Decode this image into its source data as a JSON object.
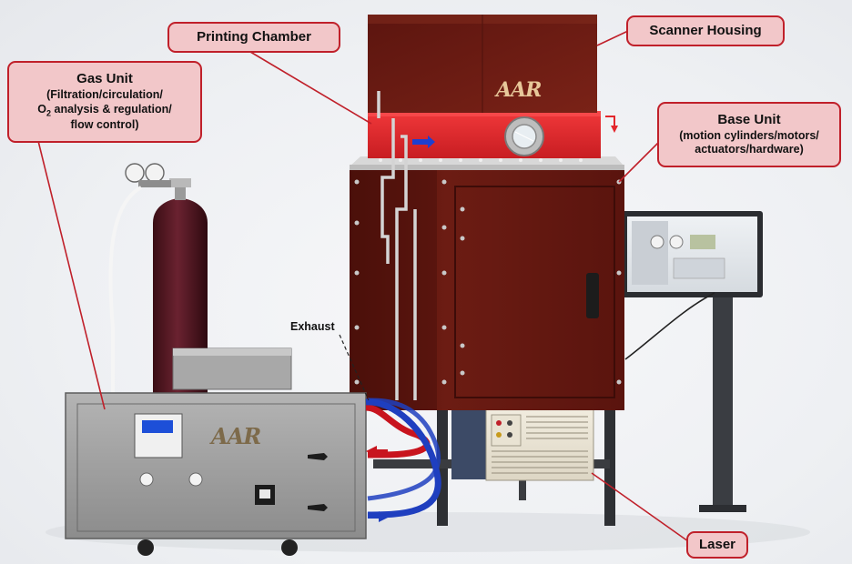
{
  "callouts": {
    "printing_chamber": {
      "title": "Printing Chamber"
    },
    "scanner_housing": {
      "title": "Scanner Housing"
    },
    "gas_unit": {
      "title": "Gas Unit",
      "line1": "(Filtration/circulation/",
      "line2_pre": "O",
      "line2_sub": "2",
      "line2_post": " analysis & regulation/",
      "line3": "flow control)"
    },
    "base_unit": {
      "title": "Base Unit",
      "line1": "(motion cylinders/motors/",
      "line2": "actuators/hardware)"
    },
    "laser": {
      "title": "Laser"
    }
  },
  "labels": {
    "exhaust": "Exhaust"
  },
  "brand": {
    "logo_text": "AAR"
  },
  "colors": {
    "callout_fill": "#f2c7c9",
    "callout_border": "#c0202a",
    "leader_line": "#c0202a",
    "machine_body": "#6a1a12",
    "chamber_red": "#e3262b",
    "gas_cylinder": "#5a1a20",
    "gas_unit_panel": "#9a9a9a",
    "hose_blue": "#1f3fbf",
    "hose_red": "#c8141e"
  }
}
